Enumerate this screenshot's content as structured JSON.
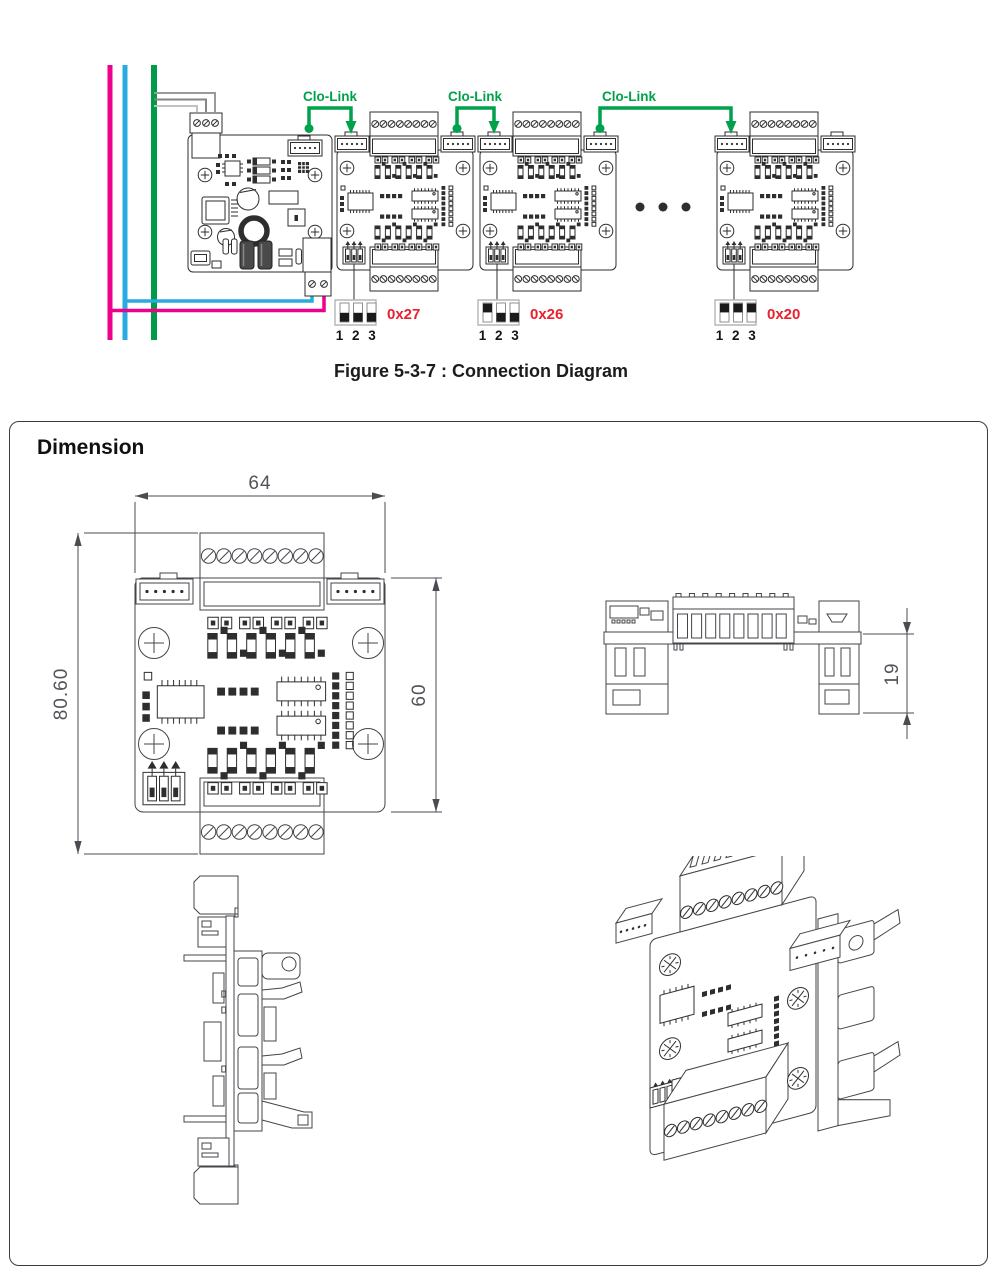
{
  "figure": {
    "caption": "Figure 5-3-7 : Connection Diagram"
  },
  "connection": {
    "links": [
      {
        "label": "Clo-Link"
      },
      {
        "label": "Clo-Link"
      },
      {
        "label": "Clo-Link"
      }
    ],
    "dip_numbers": "1 2 3",
    "boards": [
      {
        "name": "master-controller"
      },
      {
        "name": "slave-module-1",
        "address": "0x27",
        "dip_states": [
          "down",
          "down",
          "down"
        ]
      },
      {
        "name": "slave-module-2",
        "address": "0x26",
        "dip_states": [
          "up",
          "down",
          "down"
        ]
      },
      {
        "name": "slave-module-3",
        "address": "0x20",
        "dip_states": [
          "up",
          "up",
          "up"
        ]
      }
    ],
    "colors": {
      "link_green": "#00A14B",
      "address_red": "#E8212E",
      "wire_magenta": "#EC008C",
      "wire_blue": "#29ABE2",
      "wire_green": "#009B48"
    }
  },
  "dimension_panel": {
    "title": "Dimension",
    "front_view": {
      "width_mm": "64",
      "overall_height_mm": "80.60",
      "board_height_mm": "60"
    },
    "top_view": {
      "depth_mm": "19"
    }
  }
}
